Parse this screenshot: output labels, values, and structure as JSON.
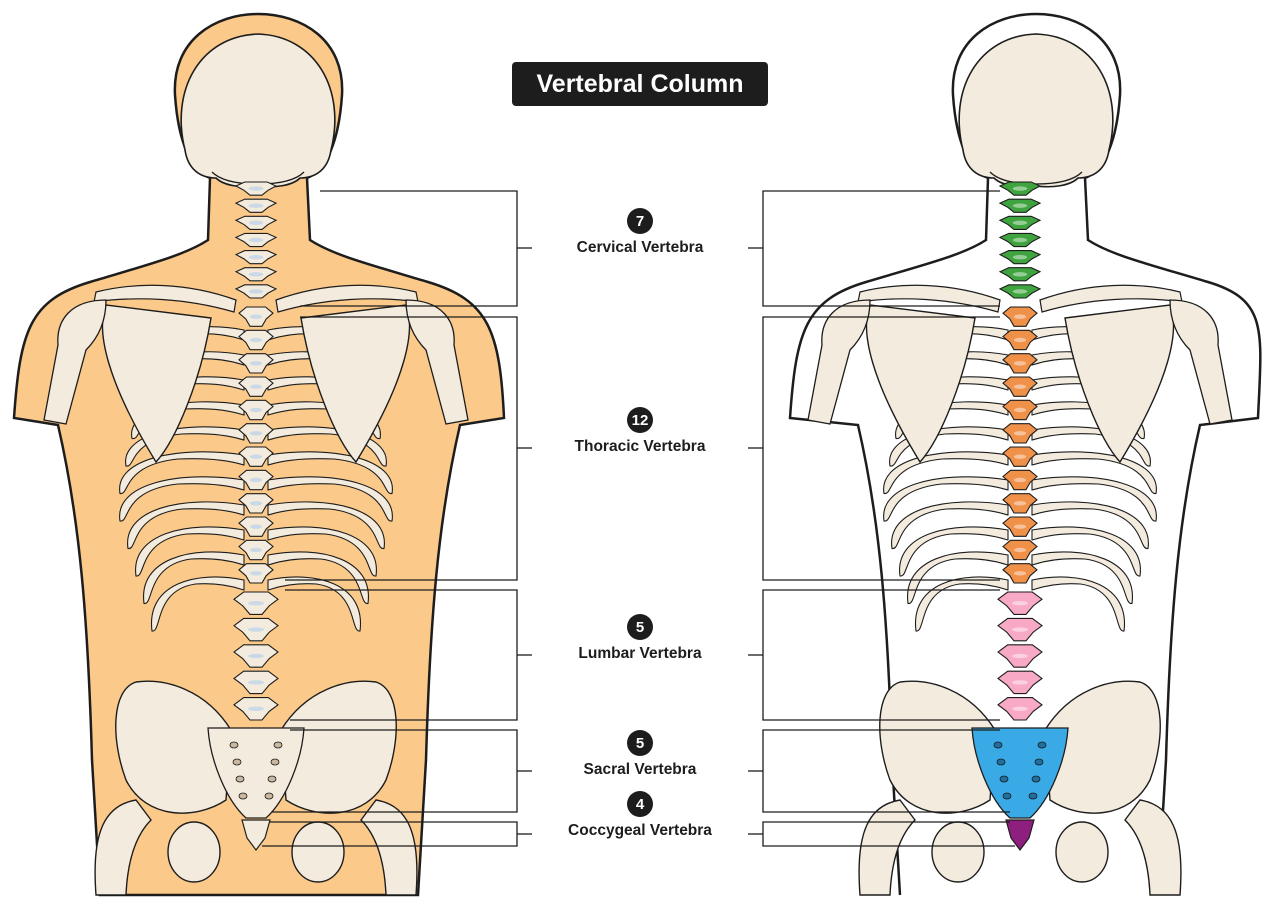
{
  "title": "Vertebral Column",
  "regions": [
    {
      "key": "cervical",
      "count": "7",
      "label": "Cervical Vertebra",
      "color": "#3fa43f"
    },
    {
      "key": "thoracic",
      "count": "12",
      "label": "Thoracic Vertebra",
      "color": "#f0914a"
    },
    {
      "key": "lumbar",
      "count": "5",
      "label": "Lumbar Vertebra",
      "color": "#f7a9c6"
    },
    {
      "key": "sacral",
      "count": "5",
      "label": "Sacral Vertebra",
      "color": "#3aaae6"
    },
    {
      "key": "coccygeal",
      "count": "4",
      "label": "Coccygeal Vertebra",
      "color": "#8e1f7e"
    }
  ],
  "colors": {
    "skin": "#fbc98a",
    "bone": "#f3ebdd",
    "outline": "#1d1d1d",
    "disc": "#c9d9e8"
  }
}
